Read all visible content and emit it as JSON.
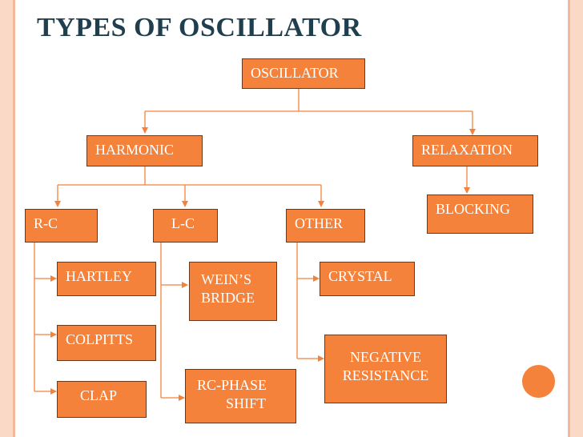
{
  "title": "TYPES OF OSCILLATOR",
  "nodes": {
    "oscillator": "OSCILLATOR",
    "harmonic": "HARMONIC",
    "relaxation": "RELAXATION",
    "blocking": "BLOCKING",
    "rc": "R-C",
    "lc": "L-C",
    "other": "OTHER",
    "hartley": "HARTLEY",
    "colpitts": "COLPITTS",
    "clap": "CLAP",
    "weins_line1": "WEIN’S",
    "weins_line2": "BRIDGE",
    "rcphase_line1": "RC-PHASE",
    "rcphase_line2": "SHIFT",
    "crystal": "CRYSTAL",
    "negres_line1": "NEGATIVE",
    "negres_line2": "RESISTANCE"
  },
  "colors": {
    "node_fill": "#f5823a",
    "title": "#1f3f4f",
    "border_band": "#fbd9c7",
    "edge": "#f5823a"
  }
}
